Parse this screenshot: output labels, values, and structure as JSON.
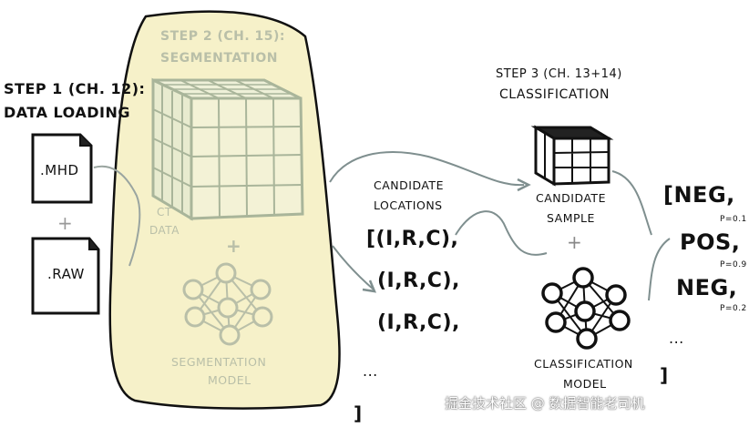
{
  "step1": {
    "line1": "STEP 1 (CH. 12):",
    "line2": "DATA LOADING"
  },
  "files": {
    "mhd": ".MHD",
    "plus": "+",
    "raw": ".RAW"
  },
  "step2": {
    "line1": "STEP 2 (CH. 15):",
    "line2": "SEGMENTATION"
  },
  "ct_data": {
    "line1": "CT",
    "line2": "DATA"
  },
  "seg_plus": "+",
  "seg_model": {
    "line1": "SEGMENTATION",
    "line2": "MODEL"
  },
  "candidates": {
    "line1": "CANDIDATE",
    "line2": "LOCATIONS",
    "items": [
      "[(I,R,C),",
      "(I,R,C),",
      "(I,R,C),"
    ],
    "ellipsis": "...",
    "close": "]"
  },
  "step3": {
    "line1": "STEP 3 (CH. 13+14)",
    "line2": "CLASSIFICATION"
  },
  "sample": {
    "line1": "CANDIDATE",
    "line2": "SAMPLE"
  },
  "cls_plus": "+",
  "cls_model": {
    "line1": "CLASSIFICATION",
    "line2": "MODEL"
  },
  "results": {
    "items": [
      {
        "label": "[NEG,",
        "prob": "P=0.1"
      },
      {
        "label": "POS,",
        "prob": "P=0.9"
      },
      {
        "label": "NEG,",
        "prob": "P=0.2"
      }
    ],
    "ellipsis": "...",
    "close": "]"
  },
  "watermark": "掘金技术社区 @ 数据智能老司机",
  "colors": {
    "panel": "#f6f1c9",
    "faded": "#b9bfa8",
    "arrow": "#7f8f8f",
    "ink": "#111111"
  }
}
